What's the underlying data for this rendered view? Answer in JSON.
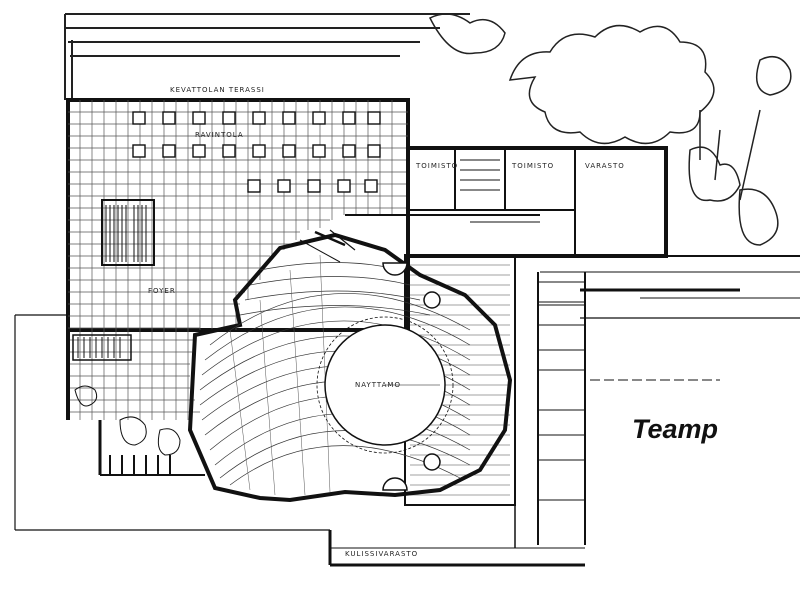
{
  "caption": "Teamp",
  "colors": {
    "ink": "#1a1a1a",
    "paper": "#ffffff"
  },
  "annotations": {
    "terrace": "KEVATTOLAN TERASSI",
    "restaurant": "RAVINTOLA",
    "foyer": "FOYER",
    "stage": "NAYTTAMO",
    "storage": "KULISSIVARASTO",
    "office_1": "TOIMISTO",
    "office_2": "TOIMISTO",
    "office_3": "VARASTO"
  }
}
